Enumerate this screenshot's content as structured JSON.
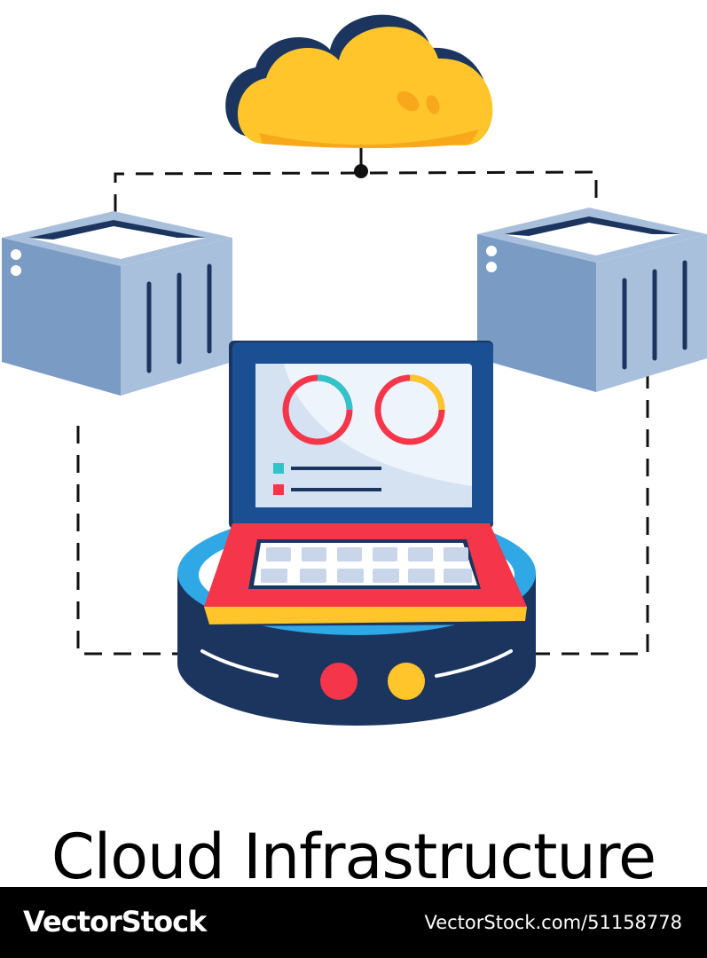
{
  "title": "Cloud Infrastructure",
  "footer": {
    "brand": "VectorStock",
    "url": "VectorStock.com/51158778"
  },
  "icons": [
    "cloud-icon",
    "server-icon",
    "laptop-icon",
    "donut-chart-icon",
    "keyboard-icon",
    "platform-base-icon"
  ],
  "colors": {
    "cloud": "#ffc52a",
    "cloud_outline": "#1b355f",
    "server_front": "#7a9bc4",
    "server_side": "#a9c0dd",
    "laptop_frame": "#1b4f93",
    "laptop_screen": "#eef4fb",
    "keyboard_red": "#f5354a",
    "platform_dark": "#1b355f",
    "platform_blue": "#2fa8e5",
    "accent_yellow": "#ffc52a",
    "accent_teal": "#2ec4c9"
  }
}
